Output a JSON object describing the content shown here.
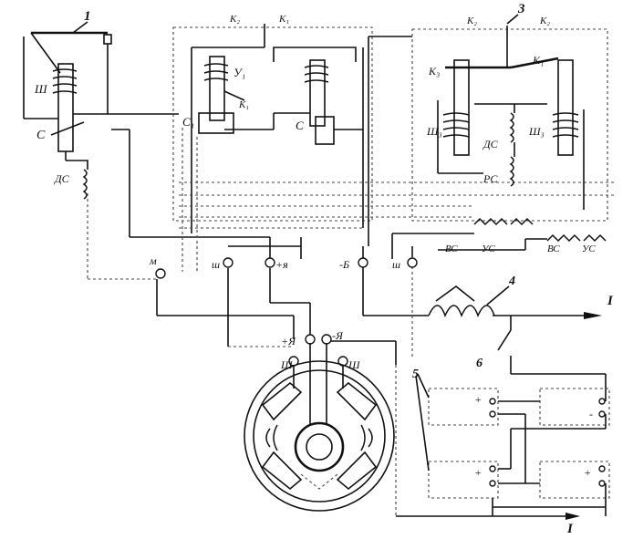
{
  "callouts": [
    "1",
    "3",
    "4",
    "5",
    "6"
  ],
  "regulator_left": {
    "coil_shunt": "Ш",
    "core": "С",
    "resistor": "ДС",
    "terminals": {
      "m": "м",
      "sh": "ш",
      "plus_ya": "+я",
      "minus_b": "-Б",
      "sh2": "ш"
    }
  },
  "relay": {
    "contacts_top": [
      "К₂",
      "К₁"
    ],
    "coil_voltage": "У₁",
    "core_c1": "С₁",
    "core_c": "С",
    "contact_k1": "К₁"
  },
  "regulator_right": {
    "contacts_top": [
      "К₂",
      "К₂"
    ],
    "contact_k3": "К₃",
    "contact_k1": "К₁",
    "shunt_left": "Ш₃",
    "shunt_right": "Ш₃",
    "resistor_ds": "ДС",
    "resistor_rs": "РС",
    "resistors_bottom": [
      "ВС",
      "УС",
      "ВС",
      "УС"
    ]
  },
  "generator": {
    "terminals": [
      "+Я",
      "-Я",
      "Ш",
      "Ш"
    ]
  },
  "battery": {
    "plus": "+",
    "minus": "-"
  },
  "outputs": [
    "I",
    "I"
  ]
}
